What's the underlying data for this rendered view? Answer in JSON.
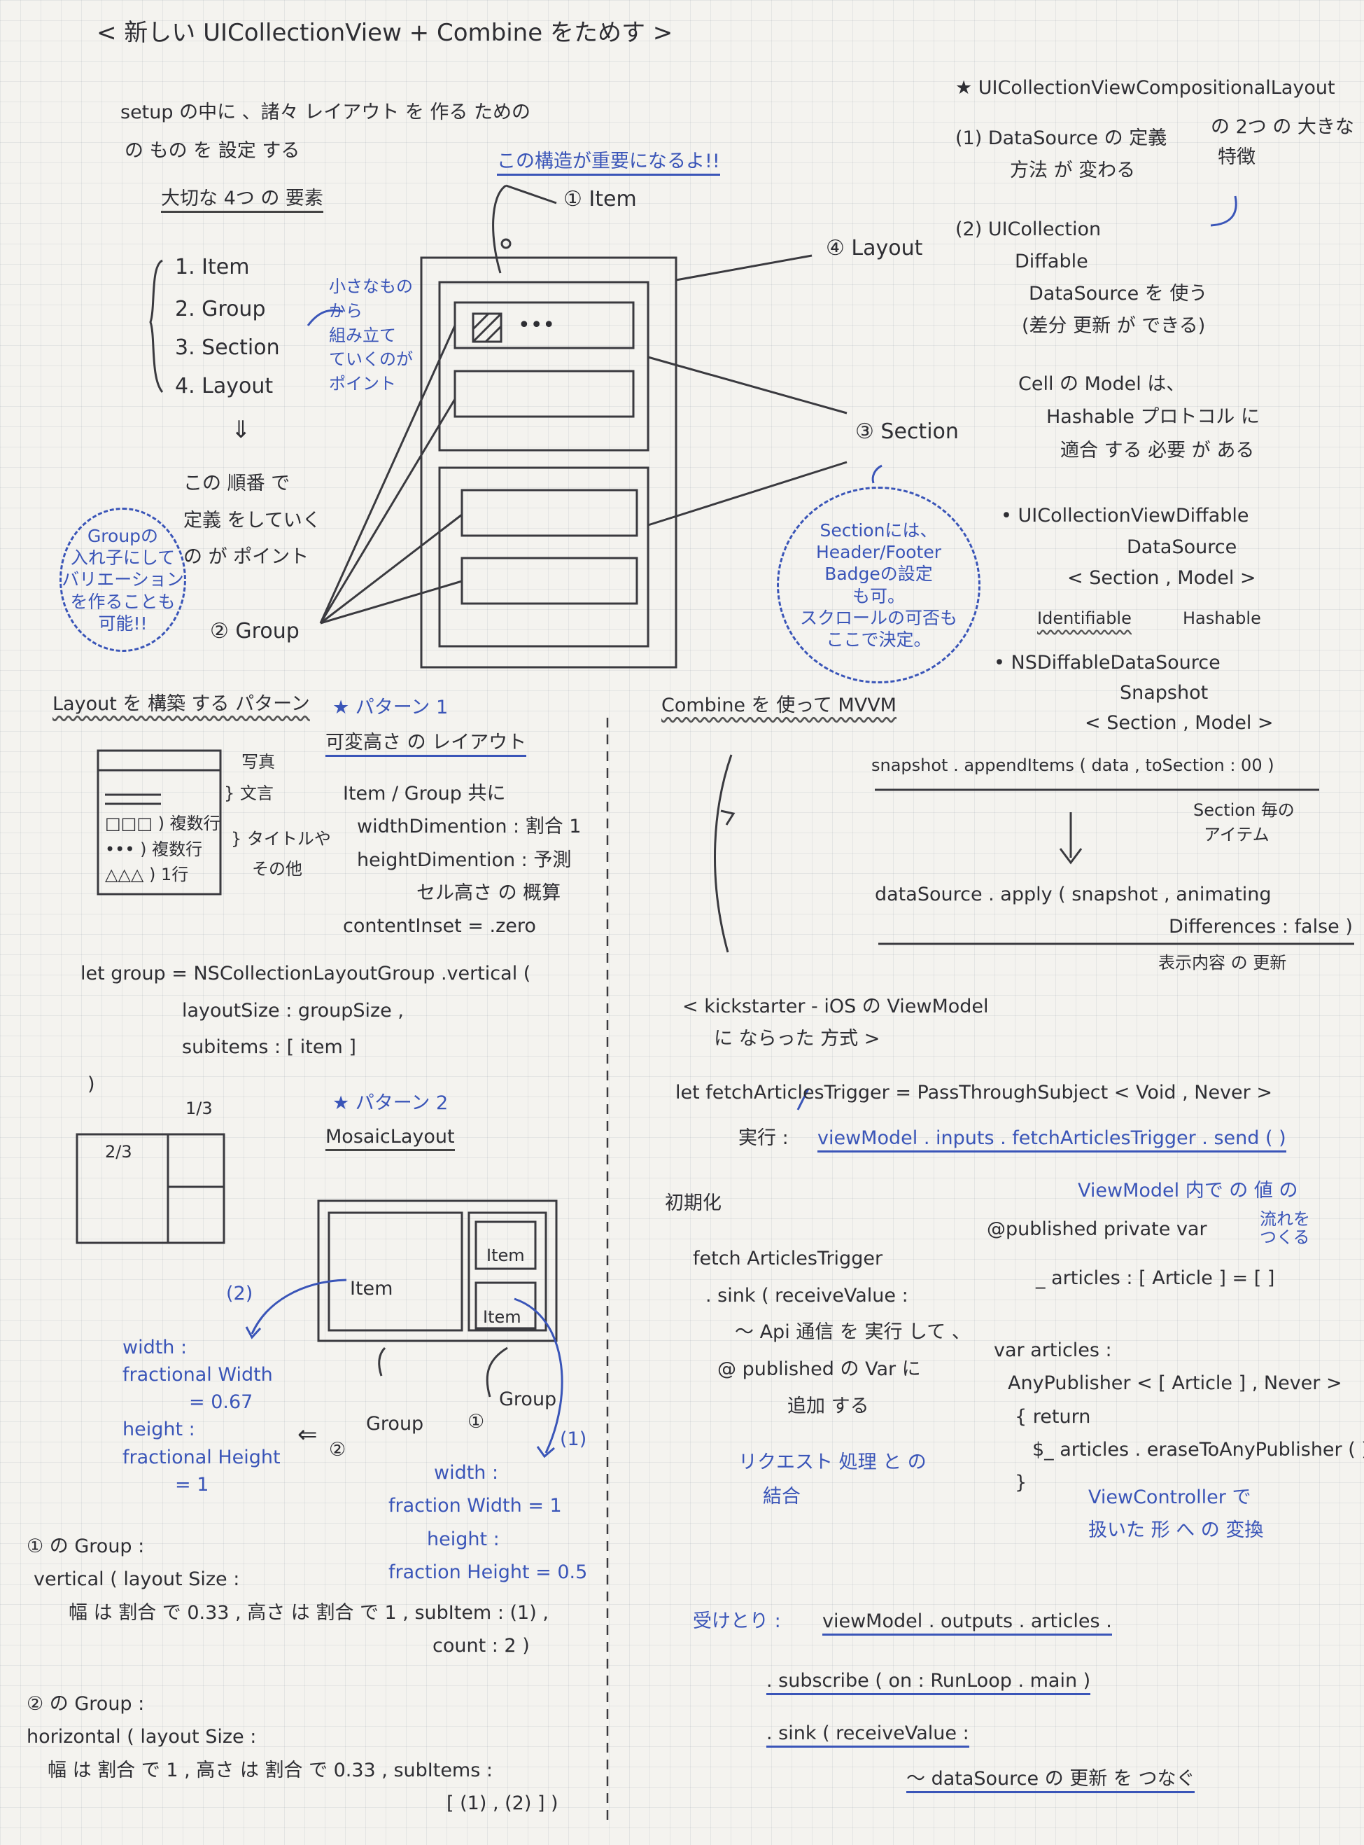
{
  "title": "< 新しい UICollectionView + Combine をためす >",
  "intro": [
    "setup の中に 、諸々 レイアウト を 作る ための",
    "の もの を 設定 する"
  ],
  "four_elements": {
    "heading": "大切な 4つ の 要素",
    "items": [
      "1. Item",
      "2. Group",
      "3. Section",
      "4. Layout"
    ],
    "side_note": [
      "小さなもの",
      "から",
      "組み立て",
      "ていくのが",
      "ポイント"
    ],
    "arrow": "⇓",
    "order_note": [
      "この 順番 で",
      "定義 をしていく",
      "の が ポイント"
    ],
    "group_cloud": [
      "Groupの",
      "入れ子にして",
      "バリエーション",
      "を作ることも",
      "可能!!"
    ]
  },
  "diagram": {
    "important_note": "この構造が重要になるよ!!",
    "item_label": "① Item",
    "layout_label": "④ Layout",
    "section_label": "③ Section",
    "group_label": "② Group",
    "dots": "•••",
    "section_cloud": [
      "Sectionには、",
      "Header/Footer",
      "Badgeの設定",
      "も可。",
      "スクロールの可否も",
      "ここで決定。"
    ]
  },
  "compositional": {
    "heading": "★ UICollectionViewCompositionalLayout",
    "point1": [
      "(1) DataSource の 定義",
      "方法 が 変わる"
    ],
    "features": [
      "の 2つ の 大きな",
      "特徴"
    ],
    "point2": [
      "(2) UICollection",
      "Diffable",
      "DataSource を 使う",
      "(差分 更新 が できる)"
    ],
    "cell_model": [
      "Cell の Model は、",
      "Hashable プロトコル に",
      "適合 する 必要 が ある"
    ],
    "bullet1": [
      "• UICollectionViewDiffable",
      "DataSource",
      "< Section , Model >"
    ],
    "identifiable": "Identifiable",
    "hashable": "Hashable",
    "bullet2": [
      "• NSDiffableDataSource",
      "Snapshot",
      "< Section , Model >"
    ]
  },
  "layout_patterns": {
    "heading": "Layout を 構築 する パターン",
    "pattern1_title": "★ パターン 1",
    "pattern1_name": "可変高さ の レイアウト",
    "thumb_labels": [
      "写真",
      "} 文言",
      "□□□ ) 複数行",
      "•••  ) 複数行",
      "△△△ ) 1行",
      "} タイトルや",
      "その他"
    ],
    "pattern1_props": [
      "Item / Group 共に",
      "widthDimention : 割合 1",
      "heightDimention : 予測",
      "セル高さ の 概算",
      "contentInset = .zero"
    ],
    "code": [
      "let group = NSCollectionLayoutGroup .vertical (",
      "layoutSize : groupSize ,",
      "subitems : [ item ]",
      ")"
    ],
    "fraction_top": "1/3",
    "fraction_left": "2/3",
    "pattern2_title": "★ パターン 2",
    "pattern2_name": "MosaicLayout",
    "mosaic_item": "Item",
    "mosaic_small_items": [
      "Item",
      "Item"
    ],
    "mosaic_group_labels": [
      "Group",
      "Group"
    ],
    "num2": "(2)",
    "num1": "(1)",
    "circ1": "①",
    "circ2": "②",
    "left_arrow": "⇐",
    "mosaic_left_note": [
      "width :",
      "fractional Width",
      "= 0.67",
      "height :",
      "fractional Height",
      "= 1"
    ],
    "mosaic_right_note": [
      "width :",
      "fraction Width = 1",
      "height :",
      "fraction Height = 0.5"
    ],
    "group1_def": [
      "① の Group :",
      "vertical ( layout Size :",
      "幅 は 割合 で 0.33 , 高さ は 割合 で 1 , subItem : (1) ,",
      "count : 2 )"
    ],
    "group2_def": [
      "② の Group :",
      "horizontal ( layout Size :",
      "幅 は 割合 で 1 , 高さ は 割合 で 0.33 , subItems :",
      "[ (1) , (2) ] )"
    ]
  },
  "combine": {
    "heading": "Combine を 使って MVVM",
    "snapshot": "snapshot . appendItems ( data , toSection : 00 )",
    "per_section": [
      "Section 毎の",
      "アイテム"
    ],
    "down_arrow": "↓",
    "apply": [
      "dataSource . apply ( snapshot , animating",
      "Differences : false )"
    ],
    "apply_note": "表示内容 の 更新",
    "kickstarter": [
      "< kickstarter - iOS の ViewModel",
      "に ならった 方式 >"
    ],
    "trigger": "let fetchArticlesTrigger = PassThroughSubject < Void , Never >",
    "exec_label": "実行 :",
    "exec_code": "viewModel . inputs . fetchArticlesTrigger . send ( )",
    "viewmodel_note": "ViewModel 内で の 値 の",
    "published": [
      "@published private var",
      "流れを",
      "つくる"
    ],
    "articles_decl": "_ articles : [ Article ] = [ ]",
    "init_label": "初期化",
    "fetch_sink": [
      "fetch ArticlesTrigger",
      ". sink ( receiveValue :",
      "〜 Api 通信 を 実行 して 、",
      "@ published の Var に",
      "追加 する"
    ],
    "request_note": [
      "リクエスト 処理 と の",
      "結合"
    ],
    "var_articles": [
      "var articles :",
      "AnyPublisher < [ Article ] , Never >",
      "{   return",
      "$_ articles . eraseToAnyPublisher ( )",
      "}"
    ],
    "vc_note": [
      "ViewController で",
      "扱いた 形 へ の 変換"
    ],
    "receive_label": "受けとり :",
    "receive_code": "viewModel . outputs . articles .",
    "subscribe": ". subscribe ( on : RunLoop . main )",
    "sink": ". sink ( receiveValue :",
    "datasource_update": "〜 dataSource の 更新 を つなぐ"
  }
}
